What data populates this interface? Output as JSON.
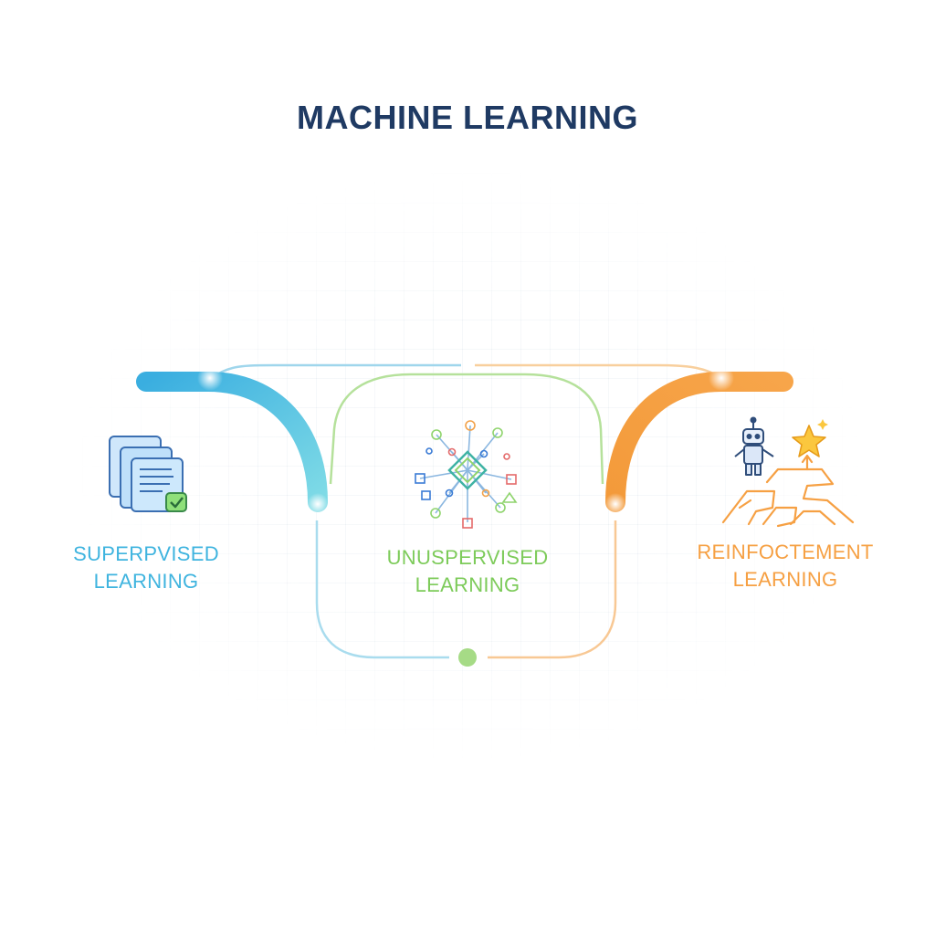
{
  "title": "MACHINE LEARNING",
  "colors": {
    "title": "#1f3a63",
    "supervised": "#3fb4df",
    "unsupervised": "#8fd46d",
    "reinforcement": "#f6a043"
  },
  "branches": [
    {
      "key": "supervised",
      "line1": "SUPERPVISED",
      "line2": "LEARNING",
      "icon": "stacked-documents-checkmark-icon"
    },
    {
      "key": "unsupervised",
      "line1": "UNUSPERVISED",
      "line2": "LEARNING",
      "icon": "data-cluster-network-icon"
    },
    {
      "key": "reinforcement",
      "line1": "REINFOCTEMENT",
      "line2": "LEARNING",
      "icon": "robot-maze-star-icon"
    }
  ]
}
